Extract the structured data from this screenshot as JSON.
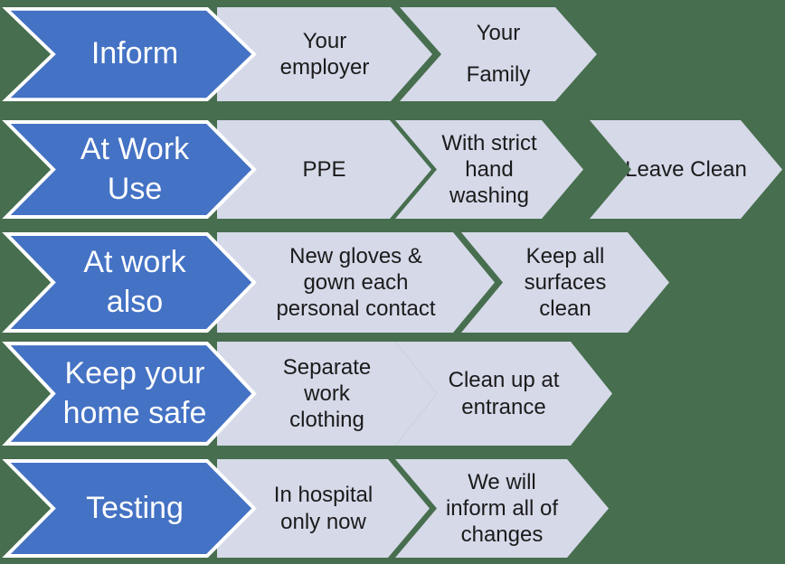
{
  "colors": {
    "background": "#476E4E",
    "leader_fill": "#4472C4",
    "leader_border": "#FFFFFF",
    "leader_text": "#FFFFFF",
    "step_fill": "#D5D9E8",
    "step_text": "#1B1B1B"
  },
  "rows": [
    {
      "leader": "Inform",
      "steps": [
        "Your\nemployer",
        "Your\nFamily"
      ]
    },
    {
      "leader": "At Work\nUse",
      "steps": [
        "PPE",
        "With strict\nhand\nwashing",
        "Leave Clean"
      ]
    },
    {
      "leader": "At work\nalso",
      "steps": [
        "New gloves &\ngown each\npersonal contact",
        "Keep all\nsurfaces\nclean"
      ]
    },
    {
      "leader": "Keep your\nhome safe",
      "steps": [
        "Separate\nwork\nclothing",
        "Clean up at\nentrance"
      ]
    },
    {
      "leader": "Testing",
      "steps": [
        "In hospital\nonly now",
        "We will\ninform all of\nchanges"
      ]
    }
  ]
}
